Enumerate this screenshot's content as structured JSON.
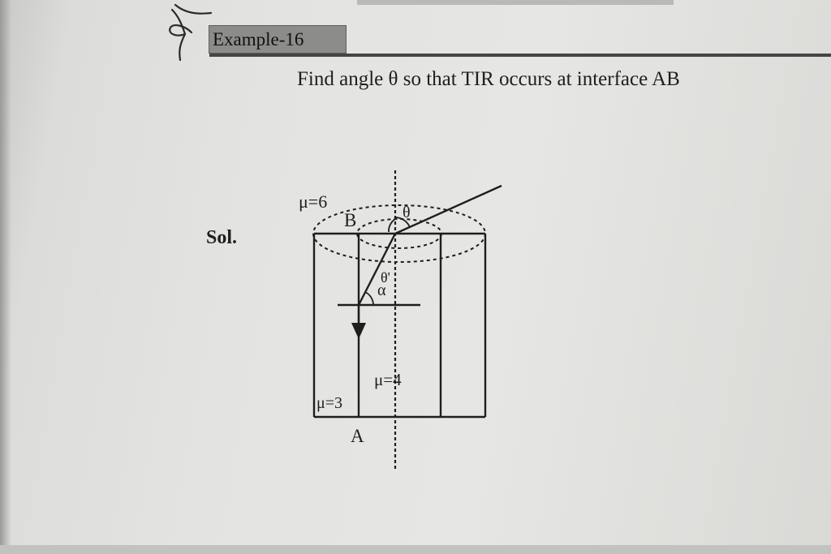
{
  "header": {
    "example_label": "Example-16",
    "question": "Find angle θ so that TIR occurs at interface AB"
  },
  "solution": {
    "label": "Sol."
  },
  "diagram": {
    "labels": {
      "mu_top": "μ=6",
      "point_b": "B",
      "angle_theta": "θ",
      "angle_theta_prime": "θ'",
      "angle_alpha": "α",
      "mu_core": "μ=4",
      "mu_cladding": "μ=3",
      "point_a": "A"
    }
  },
  "colors": {
    "ink": "#1e1e1e",
    "paper": "#e3e3e1",
    "label_box": "#8c8c8a"
  }
}
